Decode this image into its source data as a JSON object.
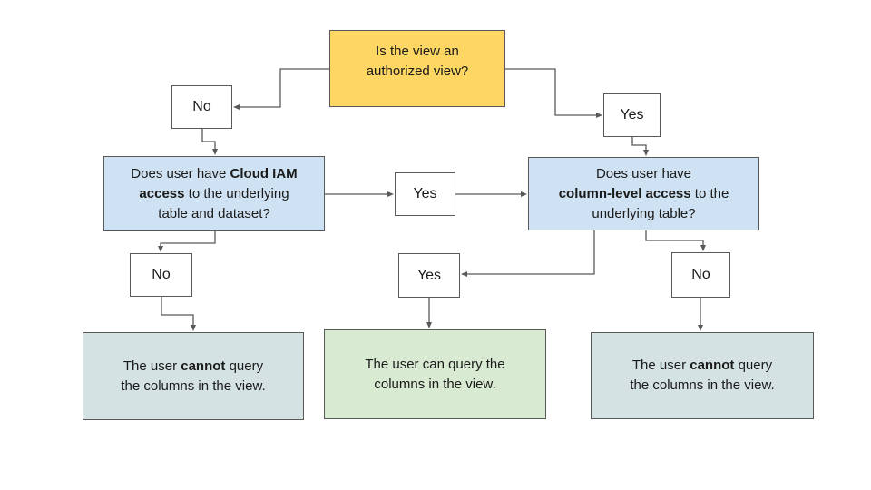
{
  "colors": {
    "canvas_bg": "#FFFFFF",
    "question_root_bg": "#FDD663",
    "question_bg": "#CFE2F3",
    "result_negative_bg": "#D5E2E4",
    "result_positive_bg": "#D9EAD3",
    "node_border": "#595959",
    "connector": "#595959",
    "text": "#1A1A1A"
  },
  "nodes": {
    "root": {
      "line1": "Is the view an",
      "line2": "authorized view?"
    },
    "no_top": {
      "label": "No"
    },
    "yes_top": {
      "label": "Yes"
    },
    "q_iam": {
      "l1_pre": "Does user have ",
      "l1_bold": "Cloud IAM",
      "l2_bold": "access",
      "l2_post": " to the underlying",
      "l3": "table and dataset?"
    },
    "yes_mid": {
      "label": "Yes"
    },
    "q_col": {
      "l1": "Does user have",
      "l2_bold": "column-level access",
      "l2_post": " to the",
      "l3": "underlying table?"
    },
    "no_left": {
      "label": "No"
    },
    "yes_bottom": {
      "label": "Yes"
    },
    "no_right": {
      "label": "No"
    },
    "result_left": {
      "l1_pre": "The user ",
      "l1_bold": "cannot",
      "l1_post": " query",
      "l2": "the columns in the view."
    },
    "result_mid": {
      "l1": "The user can query the",
      "l2": "columns in the view."
    },
    "result_right": {
      "l1_pre": "The user ",
      "l1_bold": "cannot",
      "l1_post": " query",
      "l2": "the columns in the view."
    }
  }
}
